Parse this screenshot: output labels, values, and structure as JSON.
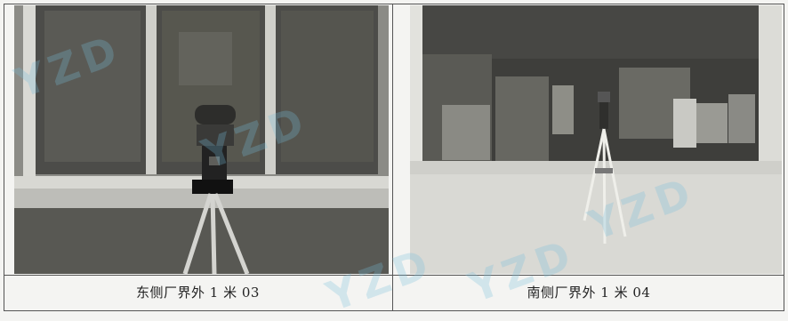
{
  "photos": [
    {
      "caption": "东侧厂界外 1 米 03"
    },
    {
      "caption": "南侧厂界外 1 米 04"
    }
  ],
  "watermark": {
    "text": "YZD"
  }
}
